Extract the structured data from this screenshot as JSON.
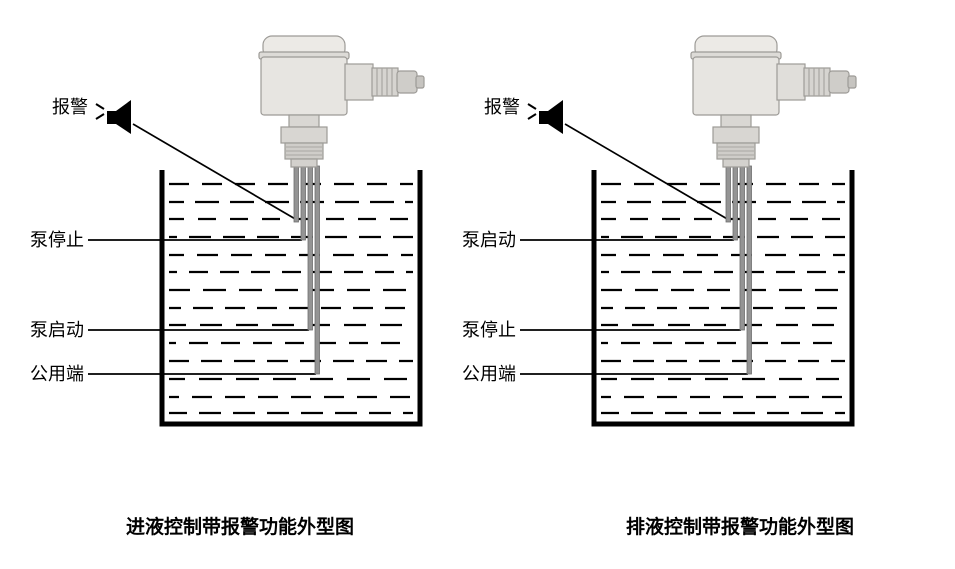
{
  "page": {
    "background": "#ffffff"
  },
  "colors": {
    "ink": "#000000",
    "device_fill": "#e7e5e1",
    "device_edge": "#9d9b97",
    "rod_fill": "#949494"
  },
  "icons": {
    "speaker": "speaker-horn-icon"
  },
  "panels": [
    {
      "labels": {
        "alarm": "报警",
        "line1": "泵停止",
        "line2": "泵启动",
        "common": "公用端"
      },
      "caption": "进液控制带报警功能外型图"
    },
    {
      "labels": {
        "alarm": "报警",
        "line1": "泵启动",
        "line2": "泵停止",
        "common": "公用端"
      },
      "caption": "排液控制带报警功能外型图"
    }
  ]
}
